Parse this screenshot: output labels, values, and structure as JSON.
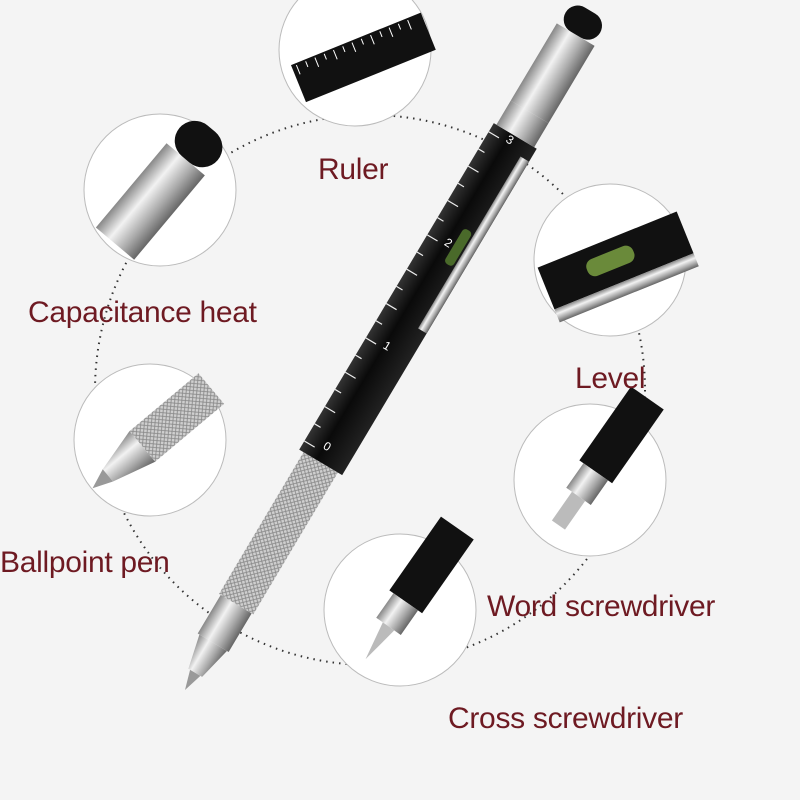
{
  "labels": {
    "ruler": "Ruler",
    "capacitance": "Capacitance heat",
    "level": "Level",
    "ballpoint": "Ballpoint pen",
    "word_screwdriver": "Word screwdriver",
    "cross_screwdriver": "Cross screwdriver"
  },
  "ruler_marks": [
    "0",
    "1",
    "2",
    "3"
  ],
  "colors": {
    "label": "#6e1a22",
    "pen_body": "#111111",
    "silver": "#c8c8c8",
    "bubble": "#6a8a3a"
  }
}
